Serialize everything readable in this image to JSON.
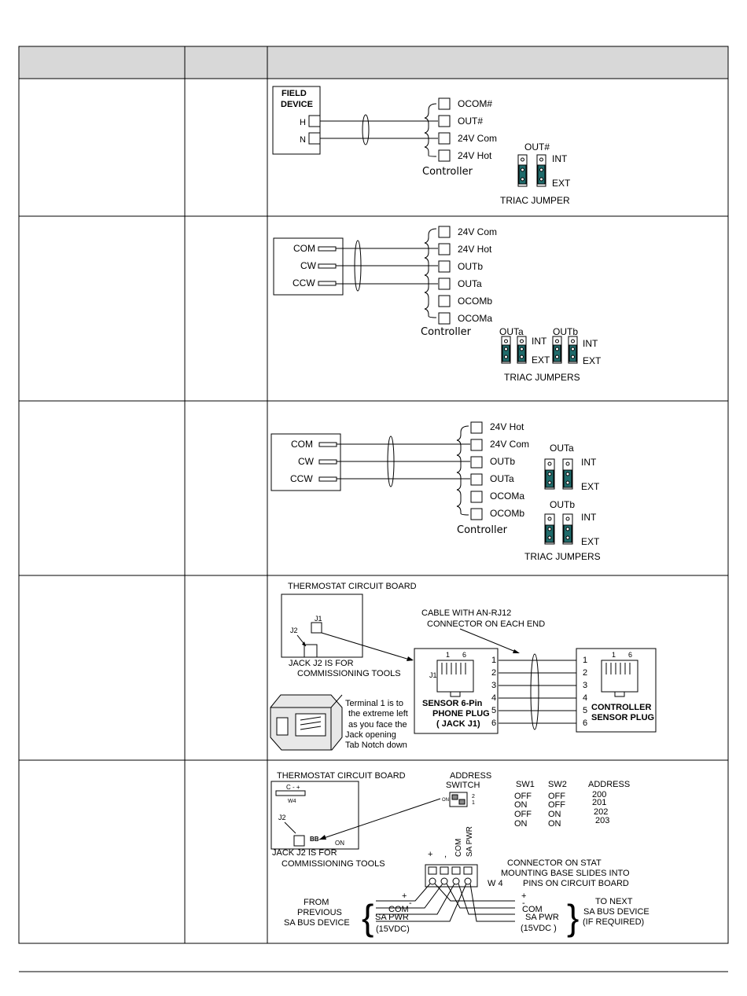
{
  "colors": {
    "header_fill": "#d8d8d8",
    "jumper": "#1f6b6b",
    "rule": "#000000"
  },
  "table": {
    "header_cells": [
      "",
      "",
      ""
    ],
    "row_col1": [
      "",
      "",
      "",
      "",
      ""
    ],
    "row_col2": [
      "",
      "",
      "",
      "",
      ""
    ]
  },
  "d1": {
    "device_line1": "FIELD",
    "device_line2": "DEVICE",
    "h": "H",
    "n": "N",
    "terminals": [
      "OCOM#",
      "OUT#",
      "24V Com",
      "24V Hot"
    ],
    "controller": "Controller",
    "jumper_title": "OUT#",
    "int": "INT",
    "ext": "EXT",
    "caption": "TRIAC JUMPER"
  },
  "d2": {
    "wires": [
      "COM",
      "CW",
      "CCW"
    ],
    "terminals": [
      "24V Com",
      "24V Hot",
      "OUTb",
      "OUTa",
      "OCOMb",
      "OCOMa"
    ],
    "controller": "Controller",
    "jumper_a": "OUTa",
    "jumper_b": "OUTb",
    "int": "INT",
    "ext": "EXT",
    "caption": "TRIAC JUMPERS"
  },
  "d3": {
    "wires": [
      "COM",
      "CW",
      "CCW"
    ],
    "terminals": [
      "24V Hot",
      "24V Com",
      "OUTb",
      "OUTa",
      "OCOMa",
      "OCOMb"
    ],
    "controller": "Controller",
    "jumper_a": "OUTa",
    "jumper_b": "OUTb",
    "int": "INT",
    "ext": "EXT",
    "caption": "TRIAC JUMPERS"
  },
  "d4": {
    "board_title": "THERMOSTAT CIRCUIT BOARD",
    "j1": "J1",
    "j2": "J2",
    "jack_note1": "JACK J2  IS FOR",
    "jack_note2": "COMMISSIONING TOOLS",
    "cable1": "CABLE WITH AN-RJ12",
    "cable2": "CONNECTOR ON EACH END",
    "pin_top_1": "1",
    "pin_top_6": "6",
    "left_pins": [
      "1",
      "2",
      "3",
      "4",
      "5",
      "6"
    ],
    "right_pins": [
      "1",
      "2",
      "3",
      "4",
      "5",
      "6"
    ],
    "j1_label": "J1",
    "sensor1": "SENSOR  6-Pin",
    "sensor2": "PHONE PLUG",
    "sensor3": "( JACK J1)",
    "ctrl1": "CONTROLLER",
    "ctrl2": "SENSOR PLUG",
    "term1": "Terminal 1 is to",
    "term2": "the extreme left",
    "term3": "as you face the",
    "term4": "Jack opening",
    "term5": "Tab Notch down"
  },
  "d5": {
    "board_title": "THERMOSTAT CIRCUIT BOARD",
    "pin_row": "C  -  +",
    "w4_small": "W4",
    "j2": "J2",
    "bb": "BB",
    "on": "ON",
    "jack_note1": "JACK J2  IS FOR",
    "jack_note2": "COMMISSIONING TOOLS",
    "addr1": "ADDRESS",
    "addr2": "SWITCH",
    "sw_on": "ON",
    "sw_2": "2",
    "sw_1": "1",
    "table_headers": [
      "SW1",
      "SW2",
      "ADDRESS"
    ],
    "table_rows": [
      [
        "OFF",
        "OFF",
        "200"
      ],
      [
        "ON",
        "OFF",
        "201"
      ],
      [
        "OFF",
        "ON",
        "202"
      ],
      [
        "ON",
        "ON",
        "203"
      ]
    ],
    "plus": "+",
    "minus": ",",
    "com_v": "COM",
    "sapwr_v": "SA PWR",
    "conn1": "CONNECTOR ON STAT",
    "conn2": "MOUNTING BASE  SLIDES INTO",
    "w4": "W 4",
    "conn3": "PINS ON CIRCUIT BOARD",
    "from1": "FROM",
    "from2": "PREVIOUS",
    "from3": "SA BUS DEVICE",
    "lp": "+",
    "lm": "-",
    "lcom": "COM",
    "lsapwr": "SA PWR",
    "lvdc": "(15VDC)",
    "rp": "+",
    "rm": "-",
    "rcom": "COM",
    "rsapwr": "SA PWR",
    "rvdc": "(15VDC )",
    "to1": "TO NEXT",
    "to2": "SA BUS DEVICE",
    "to3": "(IF REQUIRED)"
  }
}
